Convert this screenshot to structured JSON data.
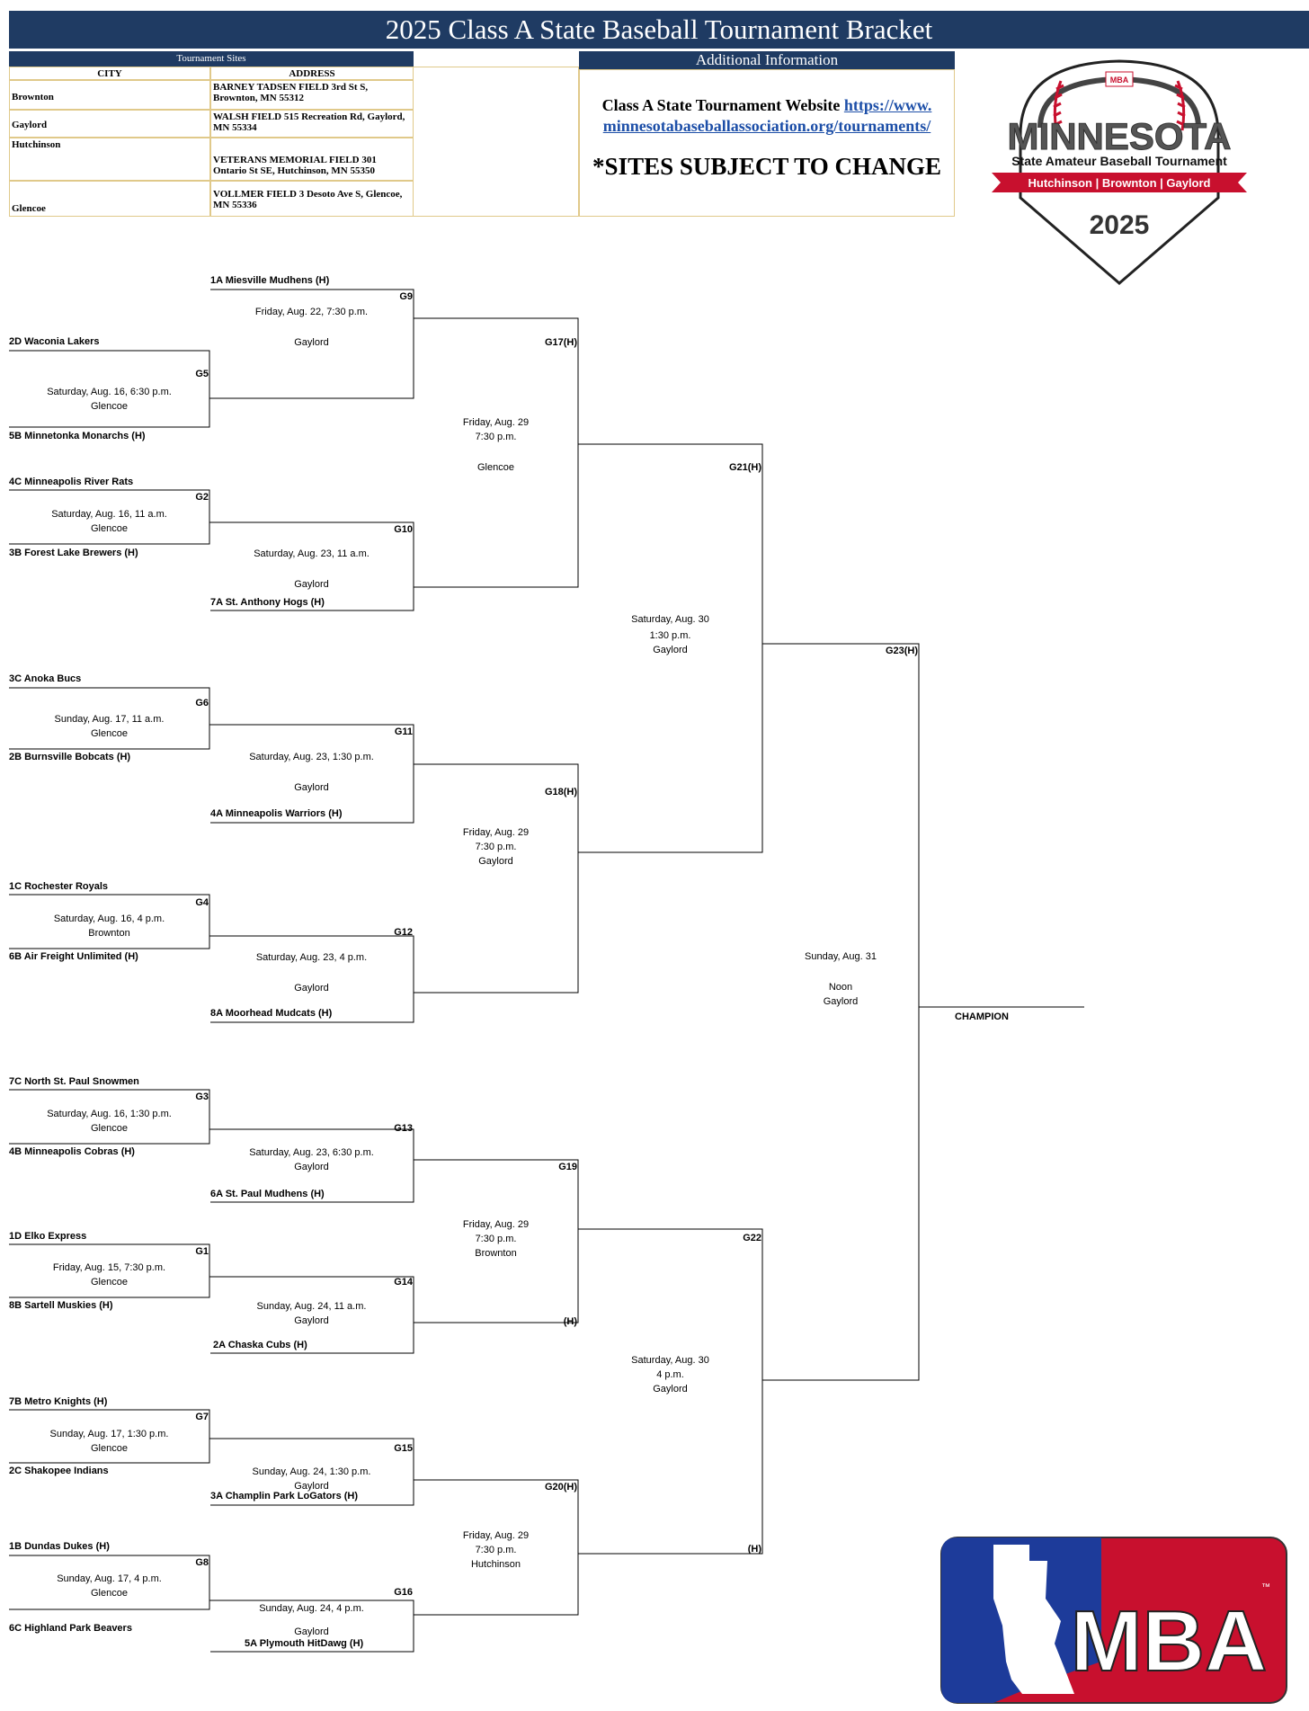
{
  "title": "2025 Class A State Baseball Tournament Bracket",
  "sites": {
    "header": "Tournament Sites",
    "col_city": "CITY",
    "col_address": "ADDRESS",
    "rows": [
      {
        "city": "Brownton",
        "address": "BARNEY TADSEN FIELD 3rd St S, Brownton, MN 55312"
      },
      {
        "city": "Gaylord",
        "address": "WALSH FIELD 515 Recreation Rd, Gaylord, MN 55334"
      },
      {
        "city": "Hutchinson",
        "address": "VETERANS MEMORIAL FIELD 301 Ontario St SE, Hutchinson, MN 55350"
      },
      {
        "city": "Glencoe",
        "address": "VOLLMER FIELD 3 Desoto Ave S, Glencoe, MN 55336"
      }
    ]
  },
  "additional": {
    "header": "Additional Information",
    "website_text": "Class A State Tournament Website",
    "website_link": "https://www.minnesotabaseballassociation.org/tournaments/",
    "sites_note": "*SITES SUBJECT TO CHANGE"
  },
  "logo": {
    "word": "MINNESOTA",
    "subtitle": "State Amateur Baseball Tournament",
    "banner": "Hutchinson | Brownton | Gaylord",
    "year": "2025",
    "mini_badge": "MBA"
  },
  "mba_logo": {
    "text": "MBA",
    "tm": "™"
  },
  "teams": {
    "t1a": "1A Miesville Mudhens (H)",
    "t2d": "2D Waconia Lakers",
    "t5b": "5B Minnetonka Monarchs (H)",
    "t4c": "4C Minneapolis River Rats",
    "t3b": "3B Forest Lake Brewers (H)",
    "t7a": "7A St. Anthony Hogs (H)",
    "t3c": "3C Anoka Bucs",
    "t2b": "2B Burnsville Bobcats (H)",
    "t4a": "4A Minneapolis Warriors (H)",
    "t1c": "1C Rochester Royals",
    "t6b": "6B Air Freight Unlimited (H)",
    "t8a": "8A Moorhead Mudcats (H)",
    "t7c": "7C North St. Paul Snowmen",
    "t4b": "4B Minneapolis Cobras (H)",
    "t6a": "6A St. Paul Mudhens (H)",
    "t1d": "1D Elko Express",
    "t8b": "8B Sartell Muskies (H)",
    "t2a": "2A Chaska Cubs (H)",
    "t7b": "7B Metro Knights (H)",
    "t2c": "2C Shakopee Indians",
    "t3a": "3A Champlin Park LoGators (H)",
    "t1b": "1B Dundas Dukes (H)",
    "t6c": "6C Highland Park Beavers",
    "t5a": "5A Plymouth HitDawg (H)"
  },
  "games": {
    "g1": "G1",
    "g2": "G2",
    "g3": "G3",
    "g4": "G4",
    "g5": "G5",
    "g6": "G6",
    "g7": "G7",
    "g8": "G8",
    "g9": "G9",
    "g10": "G10",
    "g11": "G11",
    "g12": "G12",
    "g13": "G13",
    "g14": "G14",
    "g15": "G15",
    "g16": "G16",
    "g17": "G17(H)",
    "g18": "G18(H)",
    "g19": "G19",
    "g19h": "(H)",
    "g20": "G20(H)",
    "g21": "G21(H)",
    "g22": "G22",
    "g22h": "(H)",
    "g23": "G23(H)"
  },
  "schedule": {
    "g5": [
      "Saturday, Aug. 16, 6:30 p.m.",
      "Glencoe"
    ],
    "g2": [
      "Saturday, Aug. 16, 11 a.m.",
      "Glencoe"
    ],
    "g6": [
      "Sunday, Aug. 17, 11 a.m.",
      "Glencoe"
    ],
    "g4": [
      "Saturday, Aug. 16, 4 p.m.",
      "Brownton"
    ],
    "g3": [
      "Saturday, Aug. 16, 1:30 p.m.",
      "Glencoe"
    ],
    "g1": [
      "Friday, Aug. 15, 7:30 p.m.",
      "Glencoe"
    ],
    "g7": [
      "Sunday, Aug. 17, 1:30 p.m.",
      "Glencoe"
    ],
    "g8": [
      "Sunday, Aug. 17, 4 p.m.",
      "Glencoe"
    ],
    "g9": [
      "Friday, Aug. 22, 7:30 p.m.",
      "Gaylord"
    ],
    "g10": [
      "Saturday, Aug. 23, 11 a.m.",
      "Gaylord"
    ],
    "g11": [
      "Saturday, Aug. 23, 1:30 p.m.",
      "Gaylord"
    ],
    "g12": [
      "Saturday, Aug. 23, 4 p.m.",
      "Gaylord"
    ],
    "g13": [
      "Saturday, Aug. 23, 6:30 p.m.",
      "Gaylord"
    ],
    "g14": [
      "Sunday, Aug. 24, 11 a.m.",
      "Gaylord"
    ],
    "g15": [
      "Sunday, Aug. 24, 1:30 p.m.",
      "Gaylord"
    ],
    "g16": [
      "Sunday, Aug. 24, 4 p.m.",
      "Gaylord"
    ],
    "g17": [
      "Friday, Aug. 29",
      "7:30 p.m.",
      "Glencoe"
    ],
    "g18": [
      "Friday, Aug. 29",
      "7:30 p.m.",
      "Gaylord"
    ],
    "g19": [
      "Friday, Aug. 29",
      "7:30 p.m.",
      "Brownton"
    ],
    "g20": [
      "Friday, Aug. 29",
      "7:30 p.m.",
      "Hutchinson"
    ],
    "g21": [
      "Saturday, Aug. 30",
      "1:30 p.m.",
      "Gaylord"
    ],
    "g22": [
      "Saturday, Aug. 30",
      "4 p.m.",
      "Gaylord"
    ],
    "g23": [
      "Sunday, Aug. 31",
      "Noon",
      "Gaylord"
    ]
  },
  "champion": "CHAMPION",
  "colors": {
    "navy": "#1f3b63",
    "red": "#c8102e",
    "blue": "#1d3b9a",
    "gold_border": "#e0c98a"
  }
}
